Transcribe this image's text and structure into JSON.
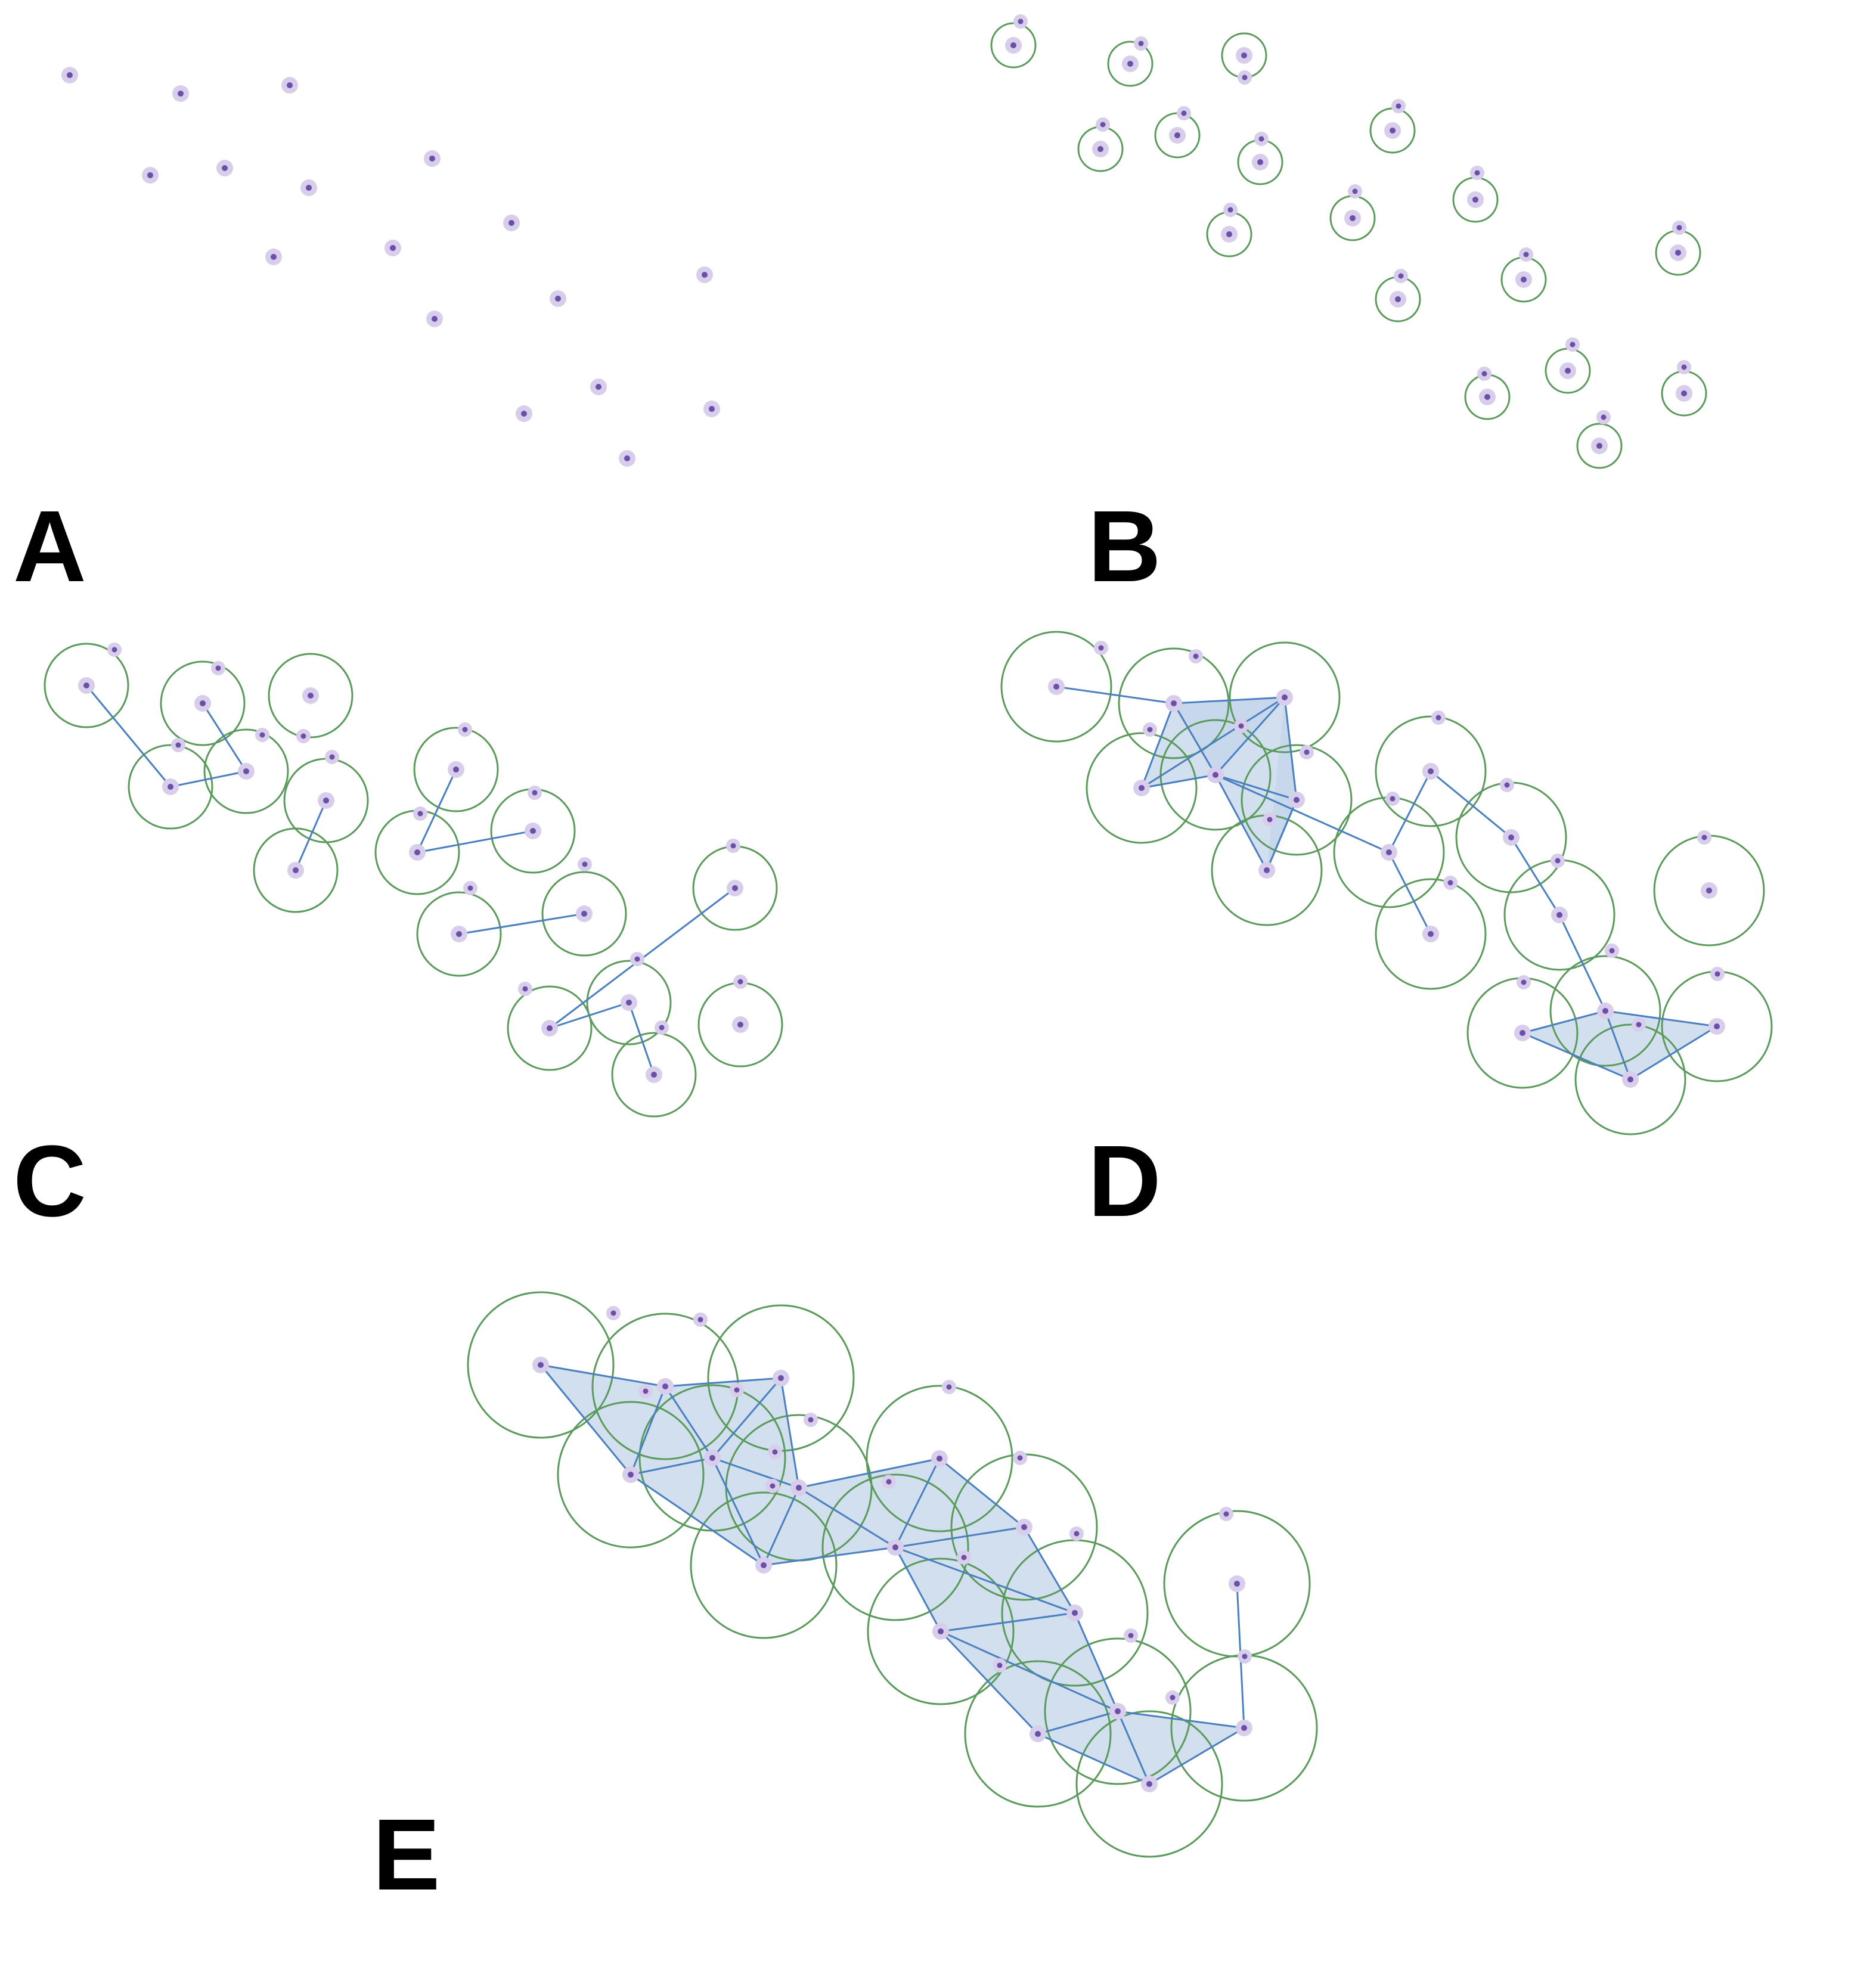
{
  "figure": {
    "colors": {
      "point_halo": "#d8cdea",
      "point_core": "#6a50a8",
      "circle_stroke": "#5a9a5a",
      "edge_stroke": "#4a7fc0",
      "simplex_fill": "#c5d6ea"
    },
    "panels": [
      {
        "label": "A",
        "type": "point-cloud"
      },
      {
        "label": "B",
        "type": "vietoris-rips-radius-small"
      },
      {
        "label": "C",
        "type": "vietoris-rips-radius-medium"
      },
      {
        "label": "D",
        "type": "vietoris-rips-radius-large"
      },
      {
        "label": "E",
        "type": "vietoris-rips-radius-largest"
      }
    ]
  }
}
